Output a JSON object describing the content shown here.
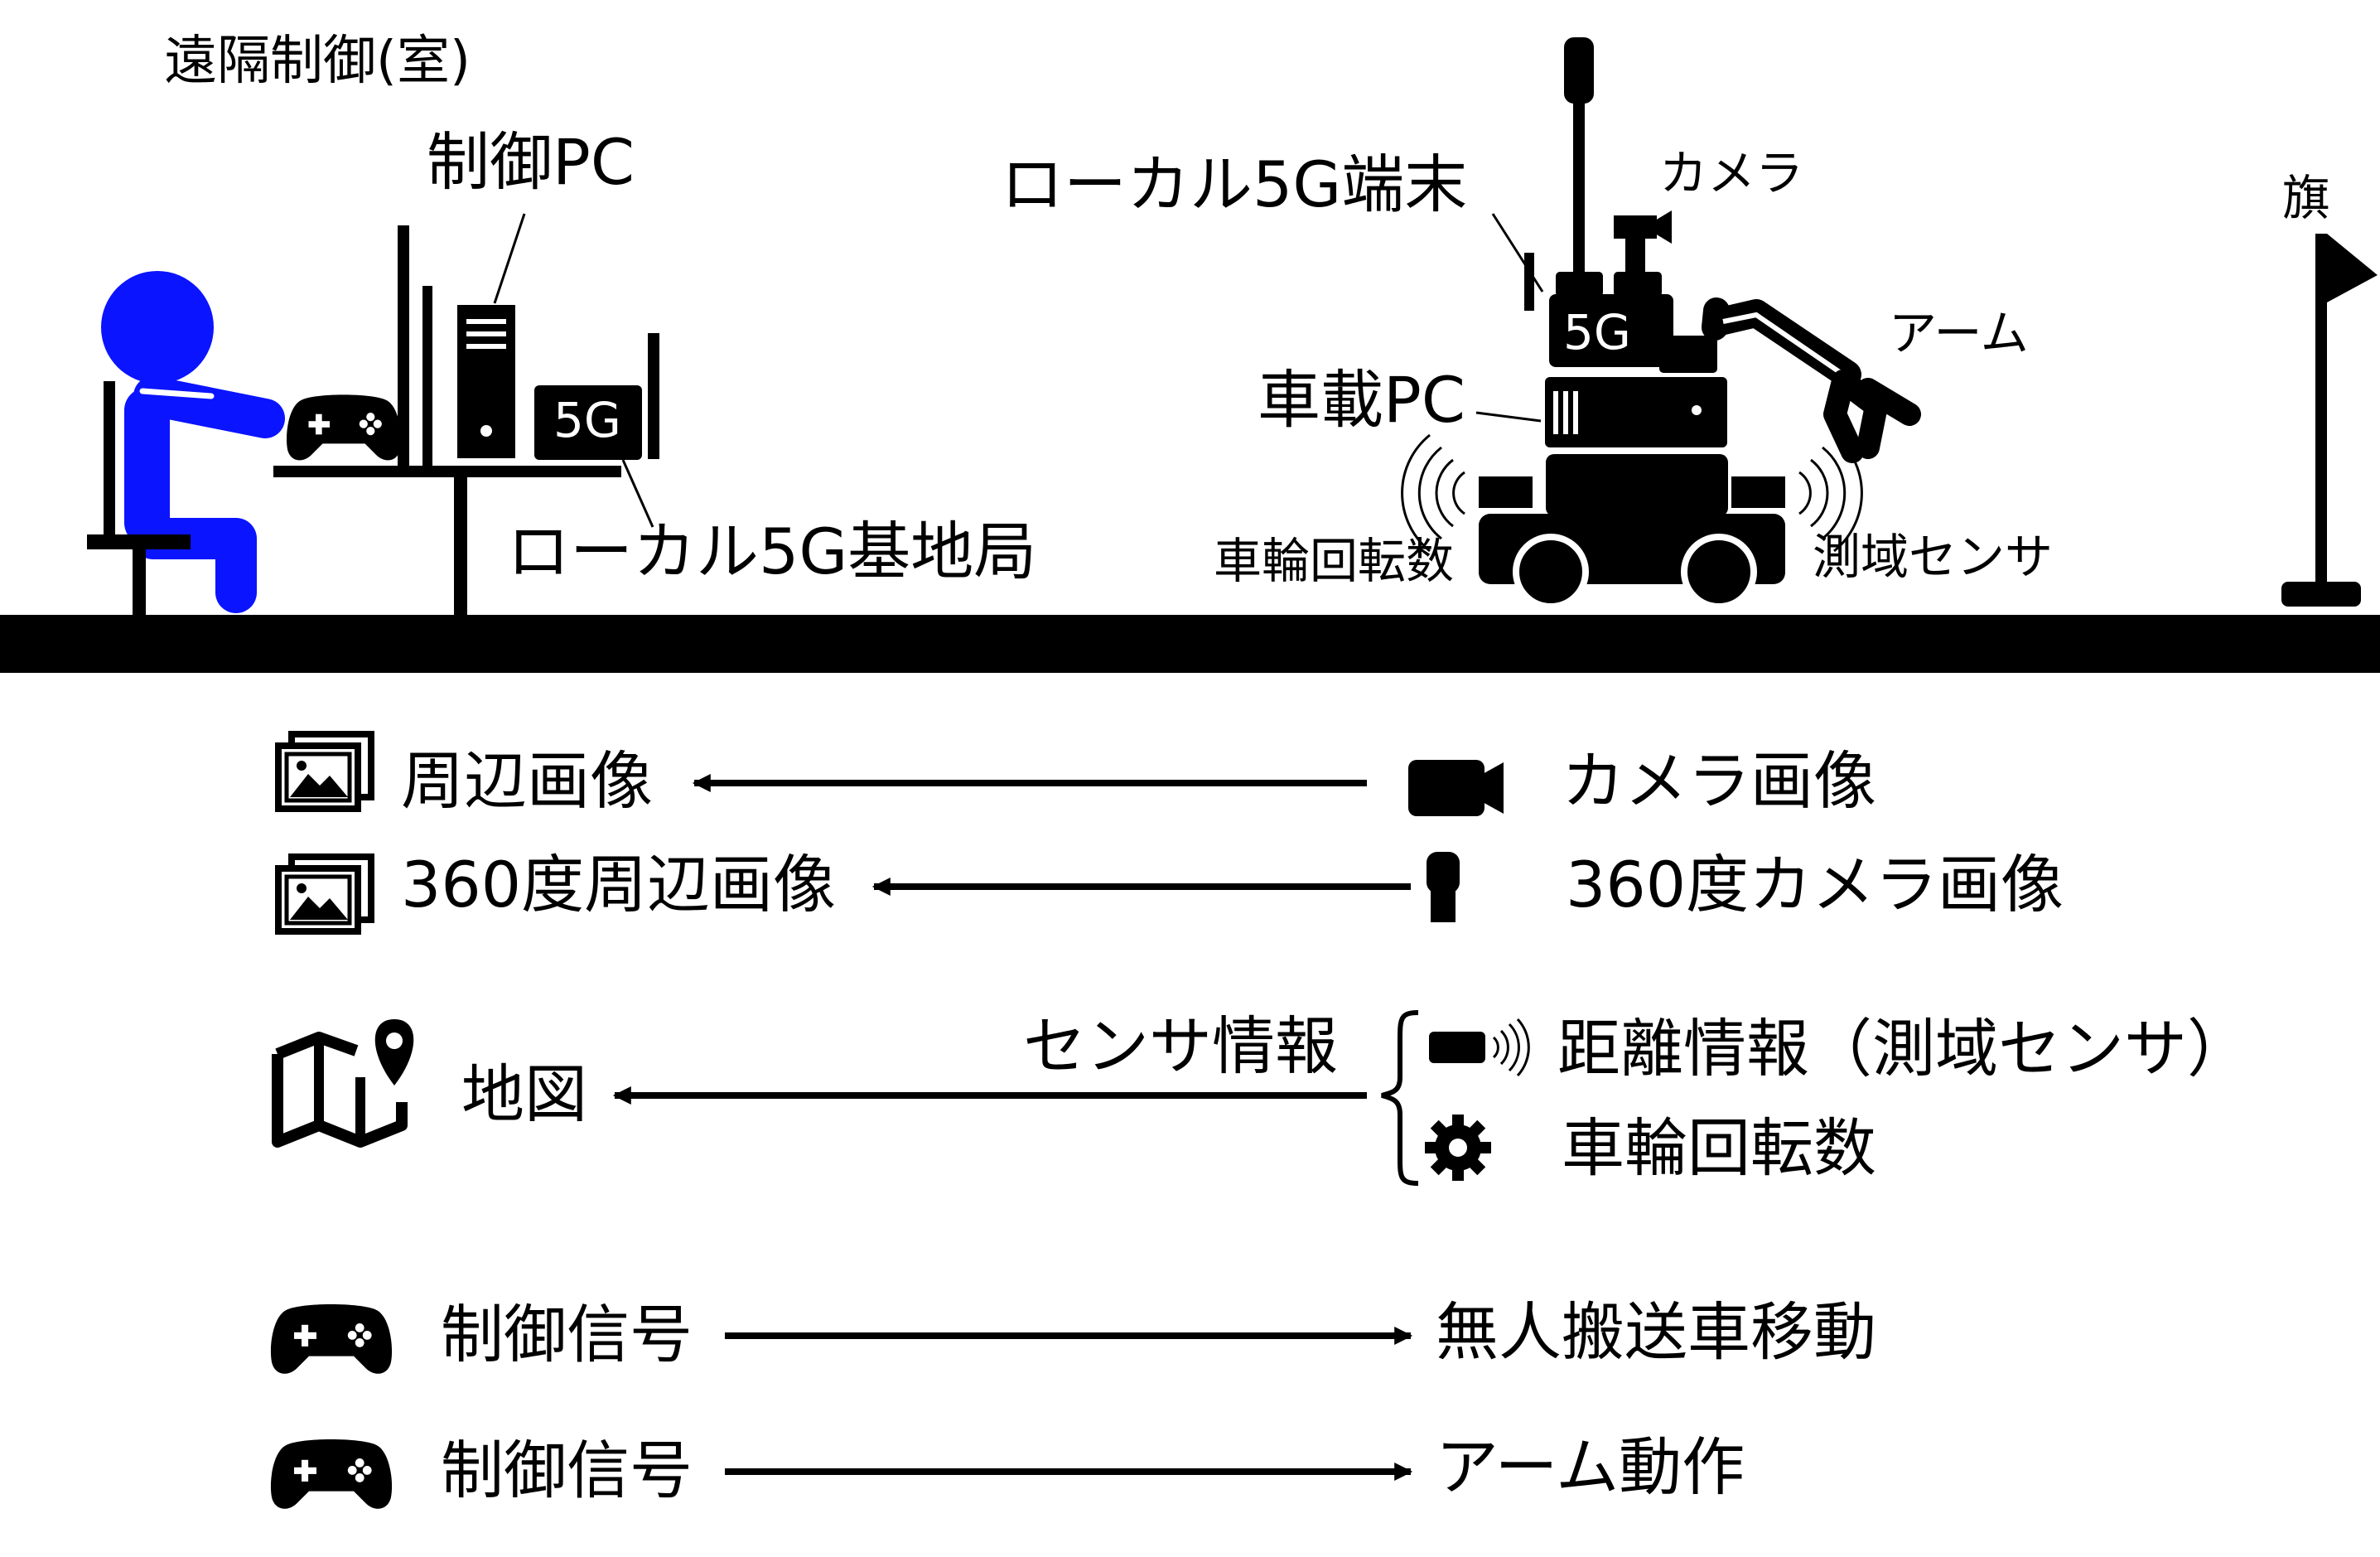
{
  "scene": {
    "room_label": "遠隔制御(室)",
    "control_pc_label": "制御PC",
    "base_station_label": "ローカル5G基地局",
    "base_station_badge": "5G",
    "terminal_label": "ローカル5G端末",
    "terminal_badge": "5G",
    "camera_label": "カメラ",
    "arm_label": "アーム",
    "onboard_pc_label": "車載PC",
    "wheel_label": "車輪回転数",
    "lidar_label": "測域センサ",
    "flag_label": "旗"
  },
  "flows": {
    "surround_image": "周辺画像",
    "camera_image": "カメラ画像",
    "surround_360": "360度周辺画像",
    "camera_360": "360度カメラ画像",
    "map": "地図",
    "sensor_info": "センサ情報",
    "distance_info": "距離情報（測域センサ）",
    "wheel_rotation": "車輪回転数",
    "control_signal_1": "制御信号",
    "agv_move": "無人搬送車移動",
    "control_signal_2": "制御信号",
    "arm_motion": "アーム動作"
  },
  "colors": {
    "person": "#0a14ff",
    "ink": "#000000",
    "background": "#ffffff"
  },
  "icons": [
    "image-stack-icon",
    "video-camera-icon",
    "360-camera-icon",
    "map-pin-icon",
    "lidar-sensor-icon",
    "gear-icon",
    "gamepad-icon"
  ]
}
